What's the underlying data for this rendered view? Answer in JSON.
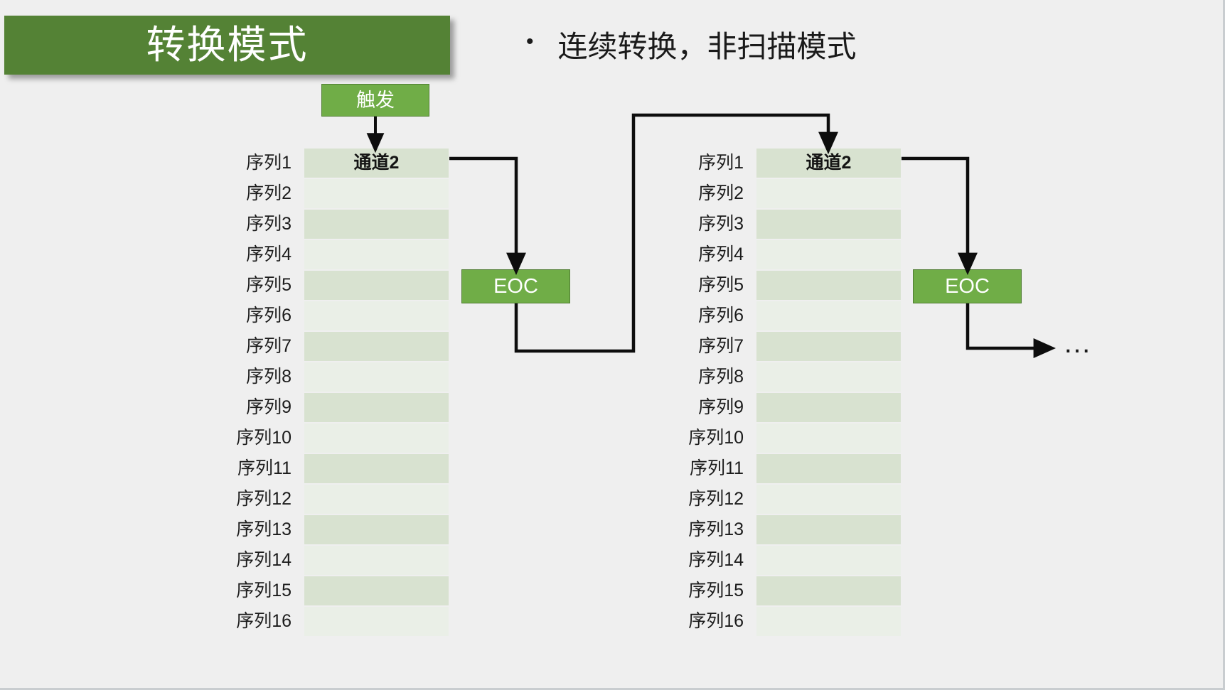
{
  "slide": {
    "title": "转换模式",
    "background_color": "#efefef",
    "title_bar_color": "#548235",
    "accent_color": "#70ad47",
    "row_dark_color": "#d8e2d0",
    "row_light_color": "#eaefe7"
  },
  "bullet": {
    "marker": "•",
    "text": "连续转换，非扫描模式"
  },
  "trigger": {
    "label": "触发"
  },
  "blocks": [
    {
      "id": "left",
      "channel_label": "通道2",
      "rows": [
        {
          "label": "序列1",
          "value": "通道2",
          "shade": "dark"
        },
        {
          "label": "序列2",
          "value": "",
          "shade": "light"
        },
        {
          "label": "序列3",
          "value": "",
          "shade": "dark"
        },
        {
          "label": "序列4",
          "value": "",
          "shade": "light"
        },
        {
          "label": "序列5",
          "value": "",
          "shade": "dark"
        },
        {
          "label": "序列6",
          "value": "",
          "shade": "light"
        },
        {
          "label": "序列7",
          "value": "",
          "shade": "dark"
        },
        {
          "label": "序列8",
          "value": "",
          "shade": "light"
        },
        {
          "label": "序列9",
          "value": "",
          "shade": "dark"
        },
        {
          "label": "序列10",
          "value": "",
          "shade": "light"
        },
        {
          "label": "序列11",
          "value": "",
          "shade": "dark"
        },
        {
          "label": "序列12",
          "value": "",
          "shade": "light"
        },
        {
          "label": "序列13",
          "value": "",
          "shade": "dark"
        },
        {
          "label": "序列14",
          "value": "",
          "shade": "light"
        },
        {
          "label": "序列15",
          "value": "",
          "shade": "dark"
        },
        {
          "label": "序列16",
          "value": "",
          "shade": "light"
        }
      ]
    },
    {
      "id": "right",
      "channel_label": "通道2",
      "rows": [
        {
          "label": "序列1",
          "value": "通道2",
          "shade": "dark"
        },
        {
          "label": "序列2",
          "value": "",
          "shade": "light"
        },
        {
          "label": "序列3",
          "value": "",
          "shade": "dark"
        },
        {
          "label": "序列4",
          "value": "",
          "shade": "light"
        },
        {
          "label": "序列5",
          "value": "",
          "shade": "dark"
        },
        {
          "label": "序列6",
          "value": "",
          "shade": "light"
        },
        {
          "label": "序列7",
          "value": "",
          "shade": "dark"
        },
        {
          "label": "序列8",
          "value": "",
          "shade": "light"
        },
        {
          "label": "序列9",
          "value": "",
          "shade": "dark"
        },
        {
          "label": "序列10",
          "value": "",
          "shade": "light"
        },
        {
          "label": "序列11",
          "value": "",
          "shade": "dark"
        },
        {
          "label": "序列12",
          "value": "",
          "shade": "light"
        },
        {
          "label": "序列13",
          "value": "",
          "shade": "dark"
        },
        {
          "label": "序列14",
          "value": "",
          "shade": "light"
        },
        {
          "label": "序列15",
          "value": "",
          "shade": "dark"
        },
        {
          "label": "序列16",
          "value": "",
          "shade": "light"
        }
      ]
    }
  ],
  "eoc": [
    {
      "id": "left",
      "label": "EOC"
    },
    {
      "id": "right",
      "label": "EOC"
    }
  ],
  "ellipsis": {
    "text": "…"
  }
}
